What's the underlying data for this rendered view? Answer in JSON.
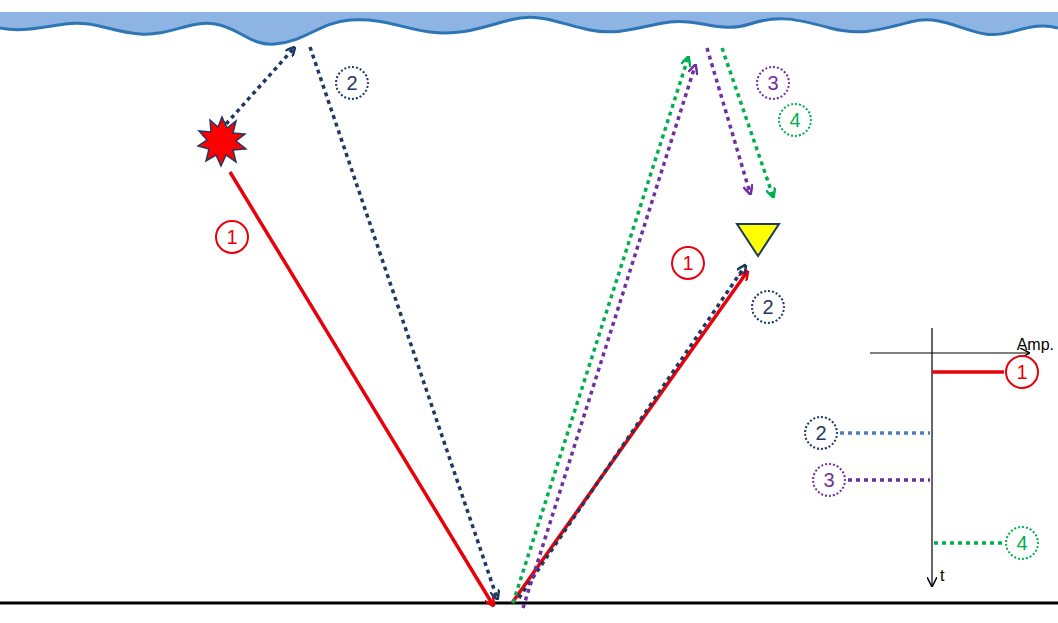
{
  "diagram": {
    "nodes": [
      {
        "text": [
          "2"
        ]
      },
      {
        "text": [
          "3"
        ]
      },
      {
        "text": [
          "4"
        ]
      },
      {
        "text": [
          "1"
        ]
      },
      {
        "text": [
          "1"
        ]
      },
      {
        "text": [
          "2"
        ]
      },
      {
        "text": [
          "1"
        ]
      },
      {
        "text": [
          "2"
        ]
      },
      {
        "text": [
          "3"
        ]
      },
      {
        "text": [
          "4"
        ]
      }
    ],
    "labels": [
      "Amp.",
      "t"
    ]
  }
}
